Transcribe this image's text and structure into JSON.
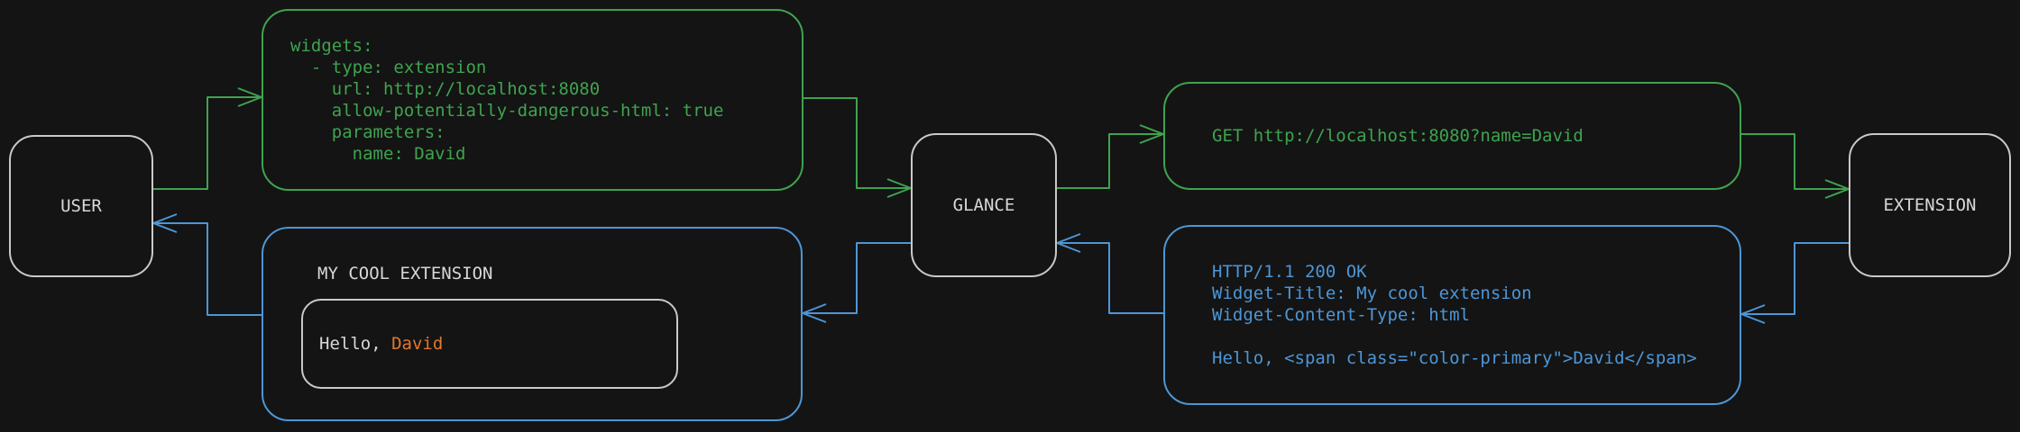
{
  "diagram": {
    "background": "#141414",
    "colors": {
      "request_flow": "#3fa34f",
      "response_flow": "#4d96d6",
      "primary_highlight": "#e1782f",
      "node_border": "#c9c9c9",
      "text": "#d8d8d8"
    },
    "nodes": {
      "user": {
        "label": "USER"
      },
      "glance": {
        "label": "GLANCE"
      },
      "extension": {
        "label": "EXTENSION"
      }
    },
    "config_box": {
      "code": "widgets:\n  - type: extension\n    url: http://localhost:8080\n    allow-potentially-dangerous-html: true\n    parameters:\n      name: David"
    },
    "request_box": {
      "code": "GET http://localhost:8080?name=David"
    },
    "response_box": {
      "code": "HTTP/1.1 200 OK\nWidget-Title: My cool extension\nWidget-Content-Type: html\n\nHello, <span class=\"color-primary\">David</span>"
    },
    "widget_box": {
      "title": "MY COOL EXTENSION",
      "greeting_prefix": "Hello, ",
      "greeting_name": "David"
    }
  }
}
